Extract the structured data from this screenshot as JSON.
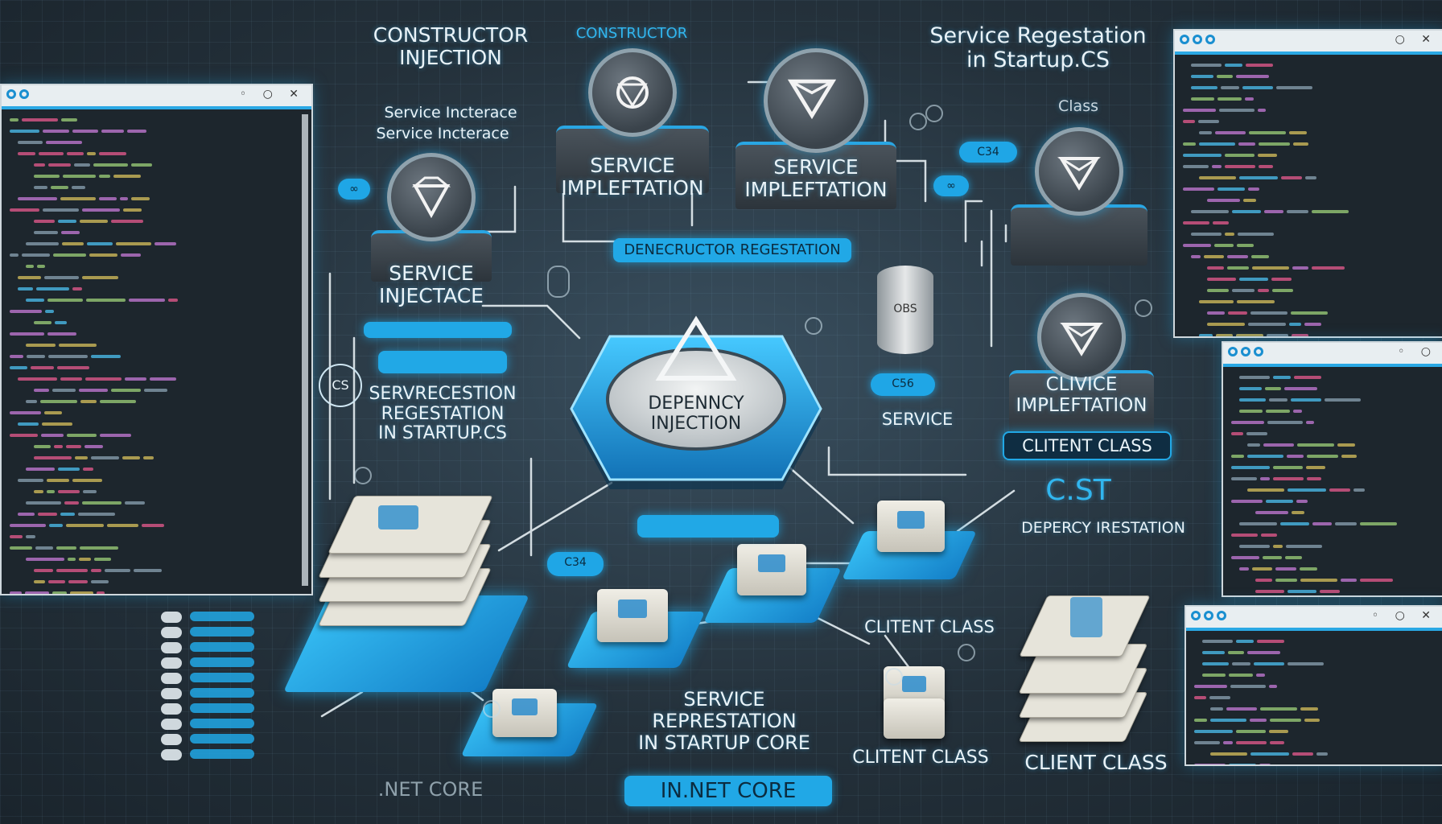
{
  "labels": {
    "constructor_injection": "CONSTRUCTOR\nINJECTION",
    "constructor_top": "CONSTRUCTOR",
    "service_regestation_top": "Service Regestation\nin Startup.CS",
    "service_incterace_1": "Service Incterace",
    "service_incterace_2": "Service Incterace",
    "class_top": "Class",
    "service_impleftation_1": "SERVICE\nIMPLEFTATION",
    "service_impleftation_2": "SERVICE\nIMPLEFTATION",
    "service_injectace": "SERVICE\nINJECTACE",
    "servrecestion": "SERVRECESTION\nREGESTATION\nIN STARTUP.CS",
    "denecructor_regestation": "DENECRUCTOR REGESTATION",
    "dependency_injection": "DEPENNCY\nINJECTION",
    "service_mid": "SERVICE",
    "clivice_impleftation": "CLIVICE\nIMPLEFTATION",
    "clitent_class_pill": "CLITENT CLASS",
    "cst": "C.ST",
    "depercy_irestation": "DEPERCY IRESTATION",
    "clitent_class_mid": "CLITENT CLASS",
    "service_represtation": "SERVICE\nREPRESTATION\nIN STARTUP CORE",
    "clitent_class_bottom": "CLITENT CLASS",
    "client_class_bottom": "CLIENT CLASS",
    "net_core_pill": "IN.NET CORE",
    "net_core_faded": ".NET CORE",
    "cs_circle": "CS",
    "c56_pill": "C56",
    "obs_drum": "OBS",
    "c34_pill": "C34"
  },
  "icons": {
    "node_icons": [
      "diamond-gem-icon",
      "interlock-knot-icon",
      "triangle-gem-icon"
    ],
    "colors": {
      "accent": "#21a8e6",
      "background": "#24313b",
      "text": "#e9f3f8"
    }
  }
}
